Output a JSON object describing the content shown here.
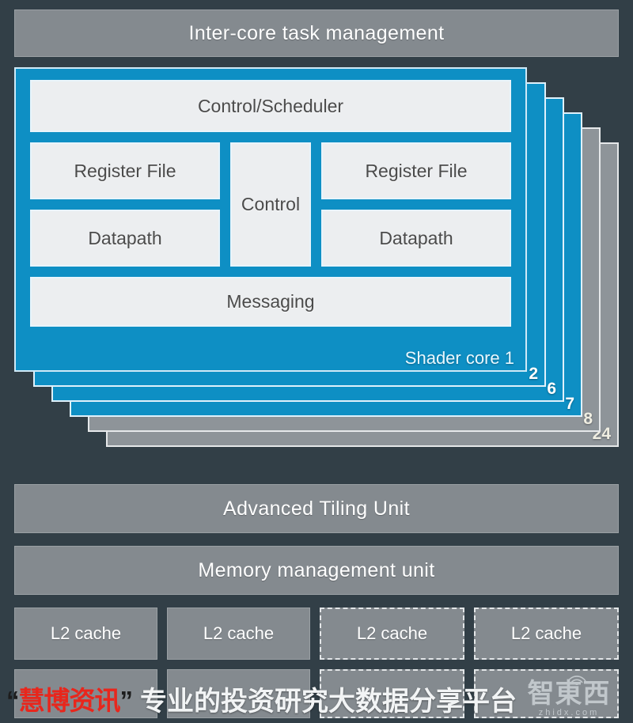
{
  "diagram": {
    "top_bar": {
      "label": "Inter-core task management"
    },
    "shader_core": {
      "control_scheduler": "Control/Scheduler",
      "register_file_left": "Register File",
      "register_file_right": "Register File",
      "control_center": "Control",
      "datapath_left": "Datapath",
      "datapath_right": "Datapath",
      "messaging": "Messaging",
      "front_label": "Shader core 1",
      "stack_labels": [
        "2",
        "6",
        "7",
        "8",
        "24"
      ]
    },
    "tiling_unit": {
      "label": "Advanced Tiling Unit"
    },
    "mmu": {
      "label": "Memory management unit"
    },
    "l2_row_1": [
      {
        "label": "L2 cache",
        "dashed": false
      },
      {
        "label": "L2 cache",
        "dashed": false
      },
      {
        "label": "L2 cache",
        "dashed": true
      },
      {
        "label": "L2 cache",
        "dashed": true
      }
    ],
    "l2_row_2": [
      {
        "label": "",
        "dashed": false
      },
      {
        "label": "",
        "dashed": false
      },
      {
        "label": "",
        "dashed": true
      },
      {
        "label": "",
        "dashed": true
      }
    ]
  },
  "watermark": {
    "quote_open": "“",
    "brand": "慧博资讯",
    "quote_close": "”",
    "tagline": "专业的投资研究大数据分享平台",
    "logo_text": "智東西",
    "logo_sub": "zhidx.com"
  },
  "colors": {
    "background": "#323f47",
    "gray_block": "#848a8f",
    "core_blue": "#0e8fc4",
    "core_border": "#cfe9f7",
    "inner_box": "#eceef0",
    "brand_red": "#e8261c"
  }
}
